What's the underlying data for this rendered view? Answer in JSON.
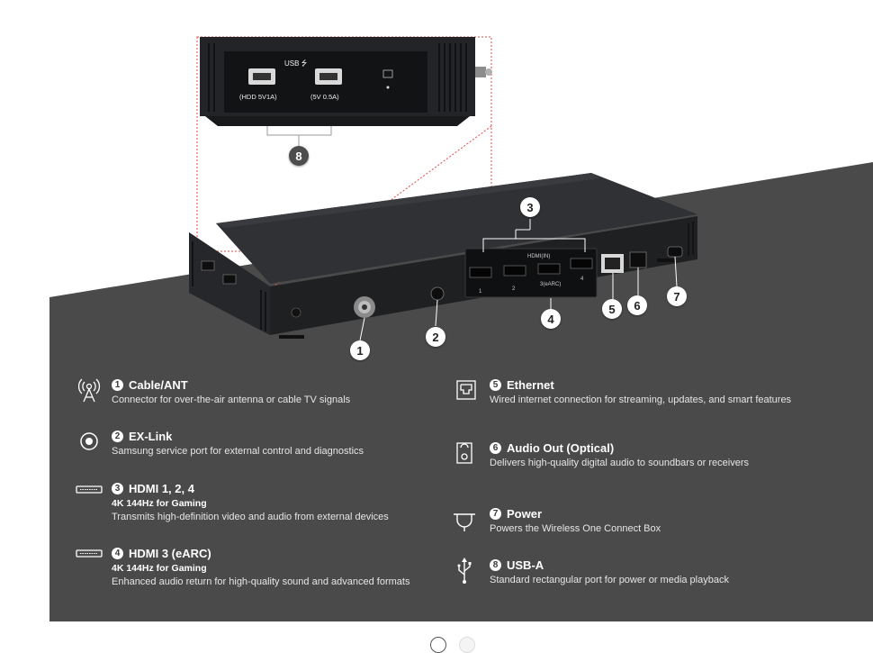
{
  "callouts": {
    "c1": "1",
    "c2": "2",
    "c3": "3",
    "c4": "4",
    "c5": "5",
    "c6": "6",
    "c7": "7",
    "c8": "8"
  },
  "usb_panel": {
    "header": "USB ⭍",
    "left_port": "(HDD 5V1A)",
    "right_port": "(5V 0.5A)"
  },
  "hdmi_port_labels": [
    "1",
    "2",
    "3(eARC)",
    "4"
  ],
  "hdmi_header": "HDMI(IN)",
  "features": [
    {
      "num": "1",
      "icon": "antenna-icon",
      "title": "Cable/ANT",
      "subtitle": "",
      "desc": "Connector for over-the-air antenna or cable TV signals"
    },
    {
      "num": "2",
      "icon": "ex-link-icon",
      "title": "EX-Link",
      "subtitle": "",
      "desc": "Samsung service port for external control and diagnostics"
    },
    {
      "num": "3",
      "icon": "hdmi-icon",
      "title": "HDMI 1, 2, 4",
      "subtitle": "4K 144Hz for Gaming",
      "desc": "Transmits high-definition video and audio from external devices"
    },
    {
      "num": "4",
      "icon": "hdmi-icon",
      "title": "HDMI 3 (eARC)",
      "subtitle": "4K 144Hz for Gaming",
      "desc": "Enhanced audio return for high-quality sound and advanced formats"
    },
    {
      "num": "5",
      "icon": "ethernet-icon",
      "title": "Ethernet",
      "subtitle": "",
      "desc": "Wired internet connection for streaming, updates, and smart features"
    },
    {
      "num": "6",
      "icon": "optical-icon",
      "title": "Audio Out (Optical)",
      "subtitle": "",
      "desc": "Delivers high-quality digital audio to soundbars or receivers"
    },
    {
      "num": "7",
      "icon": "power-plug-icon",
      "title": "Power",
      "subtitle": "",
      "desc": "Powers the Wireless One Connect Box"
    },
    {
      "num": "8",
      "icon": "usb-icon",
      "title": "USB-A",
      "subtitle": "",
      "desc": "Standard rectangular port for power or media playback"
    }
  ],
  "carousel": {
    "active": 1,
    "count": 2
  },
  "colors": {
    "panel": "#4a4a4a",
    "device": "#2b2c2e",
    "badge_dark": "#4d4d4d",
    "zoom_outline": "#e04848"
  }
}
